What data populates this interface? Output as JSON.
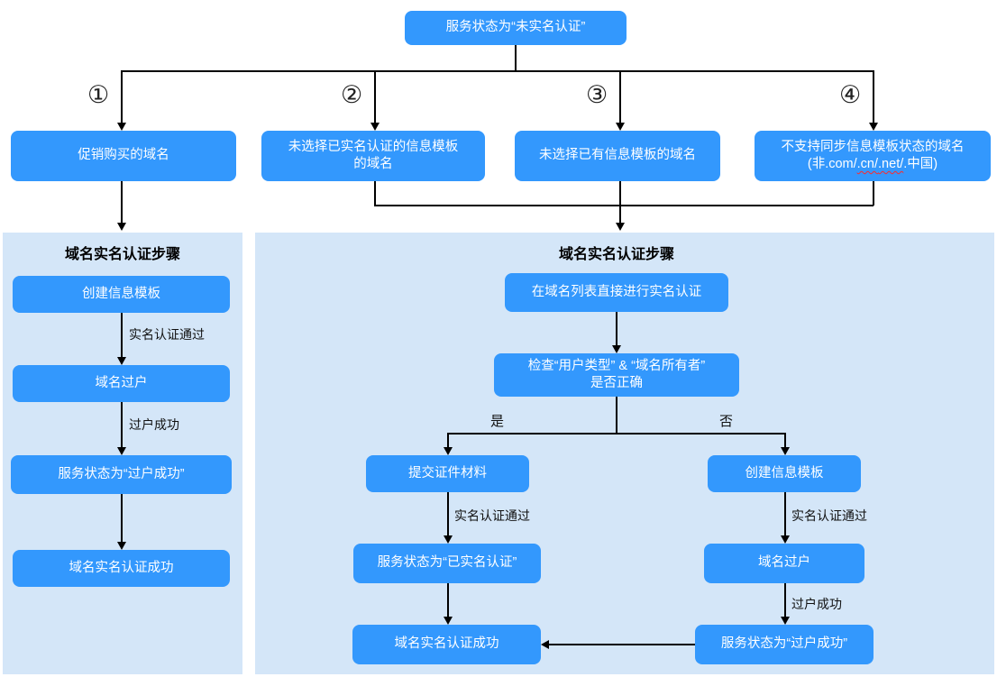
{
  "colors": {
    "box_blue": "#3398fd",
    "panel_blue": "#d4e6f8",
    "line": "#000000",
    "squiggle": "#ff2a2a",
    "box_text": "#ffffff"
  },
  "top": {
    "label": "服务状态为“未实名认证”"
  },
  "branch_numbers": [
    "①",
    "②",
    "③",
    "④"
  ],
  "branch_boxes": [
    {
      "lines": [
        "促销购买的域名"
      ]
    },
    {
      "lines": [
        "未选择已实名认证的信息模板",
        "的域名"
      ]
    },
    {
      "lines": [
        "未选择已有信息模板的域名"
      ]
    },
    {
      "lines": [
        "不支持同步信息模板状态的域名"
      ],
      "note": {
        "pre": "(非.com/",
        "cn": ".cn/",
        "net": ".net/",
        "post": ".中国)"
      }
    }
  ],
  "left_panel": {
    "title": "域名实名认证步骤",
    "steps": [
      "创建信息模板",
      "域名过户",
      "服务状态为“过户成功”",
      "域名实名认证成功"
    ],
    "edge_labels": [
      "实名认证通过",
      "过户成功"
    ]
  },
  "right_panel": {
    "title": "域名实名认证步骤",
    "entry": "在域名列表直接进行实名认证",
    "check": {
      "line1": "检查“用户类型” & “域名所有者”",
      "line2": "是否正确"
    },
    "yes_label": "是",
    "no_label": "否",
    "yes_branch": {
      "steps": [
        "提交证件材料",
        "服务状态为“已实名认证”",
        "域名实名认证成功"
      ],
      "edge_labels": [
        "实名认证通过"
      ]
    },
    "no_branch": {
      "steps": [
        "创建信息模板",
        "域名过户",
        "服务状态为“过户成功”"
      ],
      "edge_labels": [
        "实名认证通过",
        "过户成功"
      ]
    }
  }
}
